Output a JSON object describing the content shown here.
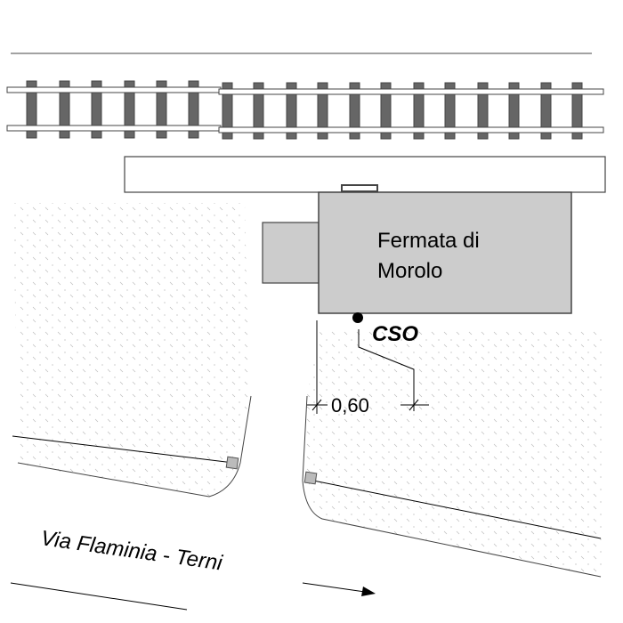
{
  "building": {
    "name_line1": "Fermata di",
    "name_line2": "Morolo"
  },
  "point_label": "CSO",
  "dimension": "0,60",
  "road_label": "Via Flaminia  -  Terni",
  "colors": {
    "tie": "#666666",
    "building": "#cccccc",
    "line": "#000000"
  }
}
